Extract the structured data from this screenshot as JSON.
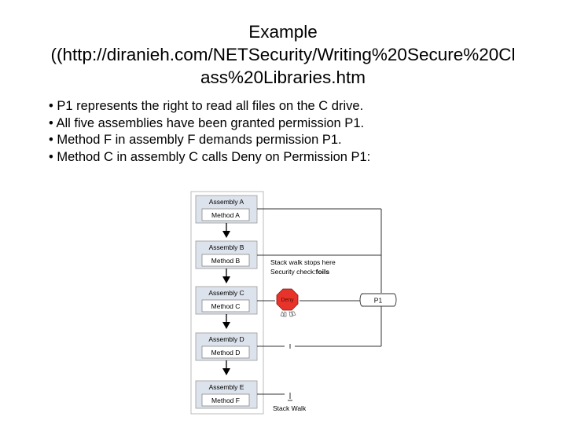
{
  "title": {
    "line1": "Example",
    "line2": "((http://diranieh.com/NETSecurity/Writing%20Secure%20Cl",
    "line3": "ass%20Libraries.htm"
  },
  "bullets": [
    "• P1 represents the right to read all files on the C drive.",
    "• All five assemblies have been granted permission P1.",
    "• Method F in assembly F demands permission P1.",
    "• Method C in assembly C calls Deny on Permission P1:"
  ],
  "diagram": {
    "assemblies": [
      {
        "assembly": "Assembly A",
        "method": "Method A"
      },
      {
        "assembly": "Assembly B",
        "method": "Method B"
      },
      {
        "assembly": "Assembly C",
        "method": "Method C"
      },
      {
        "assembly": "Assembly D",
        "method": "Method D"
      },
      {
        "assembly": "Assembly E",
        "method": "Method F"
      }
    ],
    "stack_walk_stop_text": "Stack walk stops here",
    "security_check_prefix": "Security check:",
    "security_check_result": "foils",
    "deny_label": "Deny",
    "permission_label": "P1",
    "stack_walk_label": "Stack Walk",
    "colors": {
      "assembly_fill": "#dde3ec",
      "method_fill": "#ffffff",
      "deny_fill": "#e8332a",
      "line": "#333333"
    }
  }
}
